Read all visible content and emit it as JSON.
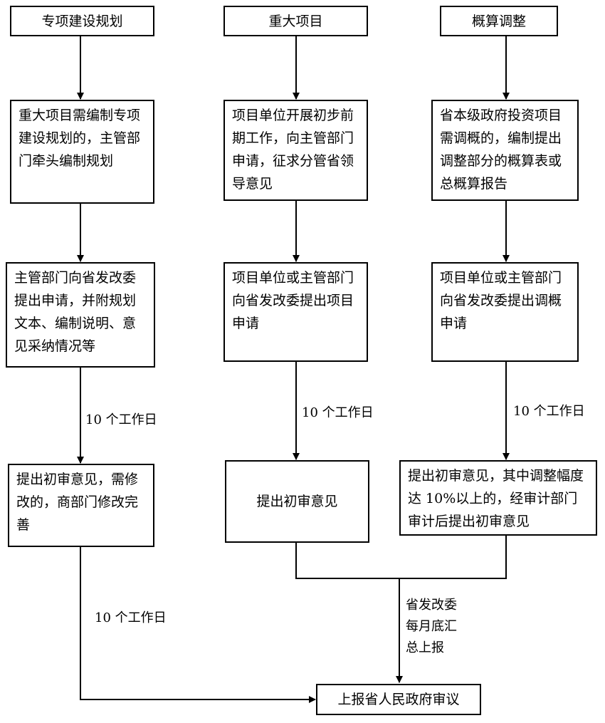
{
  "columns": [
    {
      "header": "专项建设规划",
      "step1": "重大项目需编制专项建设规划的，主管部门牵头编制规划",
      "step2": "主管部门向省发改委提出申请，并附规划文本、编制说明、意见采纳情况等",
      "duration": "10 个工作日",
      "step3": "提出初审意见，需修改的，商部门修改完善"
    },
    {
      "header": "重大项目",
      "step1": "项目单位开展初步前期工作，向主管部门申请，征求分管省领导意见",
      "step2": "项目单位或主管部门向省发改委提出项目申请",
      "duration": "10 个工作日",
      "step3": "提出初审意见"
    },
    {
      "header": "概算调整",
      "step1": "省本级政府投资项目需调概的，编制提出调整部分的概算表或总概算报告",
      "step2": "项目单位或主管部门向省发改委提出调概申请",
      "duration": "10 个工作日",
      "step3": "提出初审意见，其中调整幅度达 10%以上的，经审计部门审计后提出初审意见"
    }
  ],
  "merge_label": [
    "省发改委",
    "每月底汇",
    "总上报"
  ],
  "left_duration": "10 个工作日",
  "final_box": "上报省人民政府审议"
}
